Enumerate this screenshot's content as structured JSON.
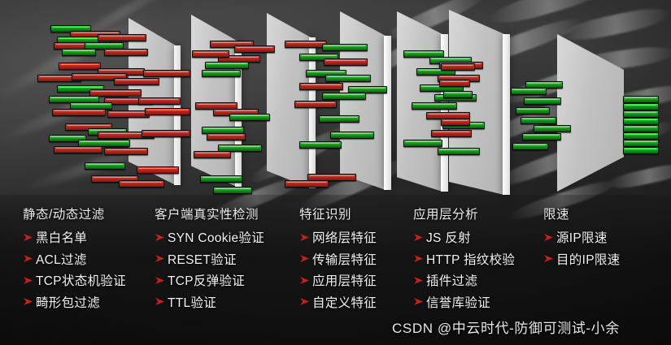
{
  "diagram": {
    "title_hidden": "DDoS layered filtering pipeline",
    "accent_red": "#c12a1c",
    "accent_green": "#14a81c",
    "panel_color": "#c2c2c2",
    "background_color": "#2b2b2b",
    "legend": {
      "red_bar_meaning": "attack-traffic-packet",
      "green_bar_meaning": "clean-traffic-packet"
    },
    "panels": [
      {
        "name": "filter-panel-1"
      },
      {
        "name": "filter-panel-2"
      },
      {
        "name": "filter-panel-3"
      },
      {
        "name": "filter-panel-4"
      },
      {
        "name": "filter-panel-5"
      },
      {
        "name": "filter-panel-6"
      },
      {
        "name": "filter-panel-7"
      }
    ]
  },
  "bullet_icon": "red-arrow-icon",
  "columns": [
    {
      "id": "static-dynamic-filter",
      "header": "静态/动态过滤",
      "items": [
        "黑白名单",
        "ACL过滤",
        "TCP状态机验证",
        "畸形包过滤"
      ]
    },
    {
      "id": "client-authenticity-detection",
      "header": "客户端真实性检测",
      "items": [
        "SYN Cookie验证",
        "RESET验证",
        "TCP反弹验证",
        "TTL验证"
      ]
    },
    {
      "id": "feature-recognition",
      "header": "特征识别",
      "items": [
        "网络层特征",
        "传输层特征",
        "应用层特征",
        "自定义特征"
      ]
    },
    {
      "id": "application-layer-analysis",
      "header": "应用层分析",
      "items": [
        "JS 反射",
        "HTTP 指纹校验",
        "插件过滤",
        "信誉库验证"
      ]
    },
    {
      "id": "rate-limiting",
      "header": "限速",
      "items": [
        "源IP限速",
        "目的IP限速"
      ]
    }
  ],
  "watermark": {
    "text": "CSDN @中云时代-防御可测试-小余"
  }
}
